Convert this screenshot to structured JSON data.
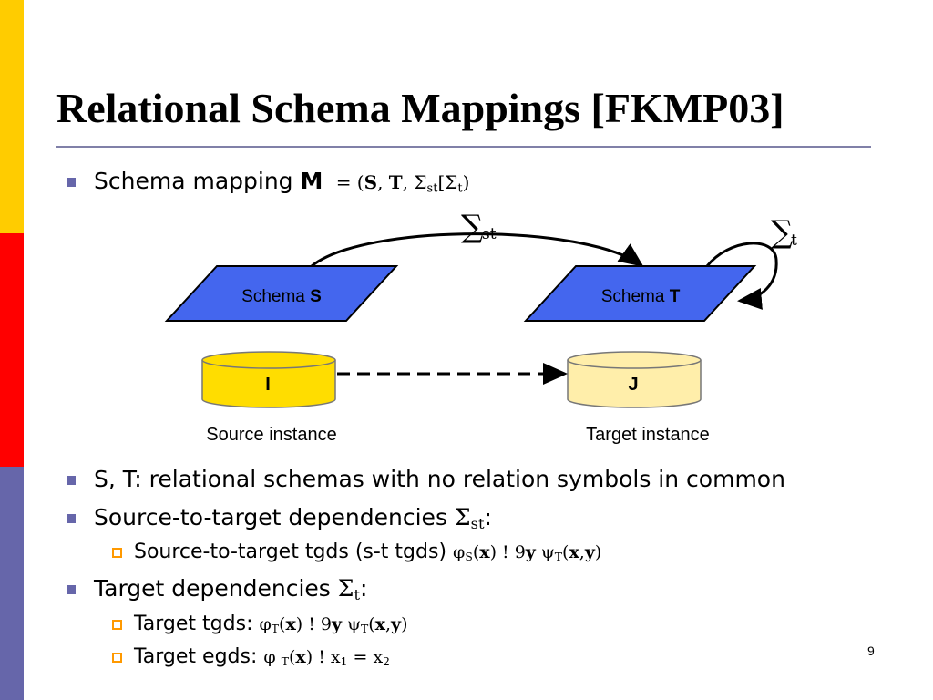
{
  "slide": {
    "title": "Relational Schema Mappings [FKMP03]",
    "page_number": "9"
  },
  "mapping_line": {
    "prefix": "Schema mapping ",
    "m": "M",
    "eq": "= (",
    "s": "S",
    "comma1": ", ",
    "t": "T",
    "comma2": ", ",
    "sigma1": "Σ",
    "st": "st",
    "bracket_open": "[",
    "sigma2": "Σ",
    "t_sub": "t",
    "close": ")"
  },
  "diagram": {
    "sigma_st": {
      "sym": "∑",
      "sub": "st"
    },
    "sigma_t": {
      "sym": "∑",
      "sub": "t"
    },
    "schema_s": {
      "text": "Schema ",
      "bold": "S"
    },
    "schema_t": {
      "text": "Schema ",
      "bold": "T"
    },
    "instance_i": "I",
    "instance_j": "J",
    "source_label": "Source instance",
    "target_label": "Target instance",
    "colors": {
      "schema_fill": "#4466ee",
      "source_db_fill": "#ffdd00",
      "target_db_fill": "#ffeeaa"
    }
  },
  "bullets": {
    "b1": "S, T: relational schemas with no relation symbols in common",
    "b2": {
      "text": "Source-to-target dependencies ",
      "sigma": "Σ",
      "sub": "st",
      "colon": ":"
    },
    "b2_sub": {
      "text": "Source-to-target tgds (s-t tgds) ",
      "phi": "φ",
      "phi_sub": "S",
      "x": "x",
      "arrow": " ! 9",
      "y": "y",
      "psi": "ψ",
      "psi_sub": "T",
      "args": "x",
      "args_comma": ",",
      "args2": "y"
    },
    "b3": {
      "text": "Target dependencies ",
      "sigma": "Σ",
      "sub": "t",
      "colon": ":"
    },
    "b3_sub1": {
      "text": "Target tgds: ",
      "phi": "φ",
      "phi_sub": "T",
      "x": "x",
      "arrow": " ! 9",
      "y": "y",
      "psi": "ψ",
      "psi_sub": "T",
      "args": "x",
      "args_comma": ",",
      "args2": "y"
    },
    "b3_sub2": {
      "text": "Target egds: ",
      "phi": "φ",
      "phi_sub": "T",
      "x": "x",
      "arrow": " ! ",
      "x1": "x",
      "one": "1",
      "eq": " = ",
      "x2": "x",
      "two": "2"
    }
  }
}
